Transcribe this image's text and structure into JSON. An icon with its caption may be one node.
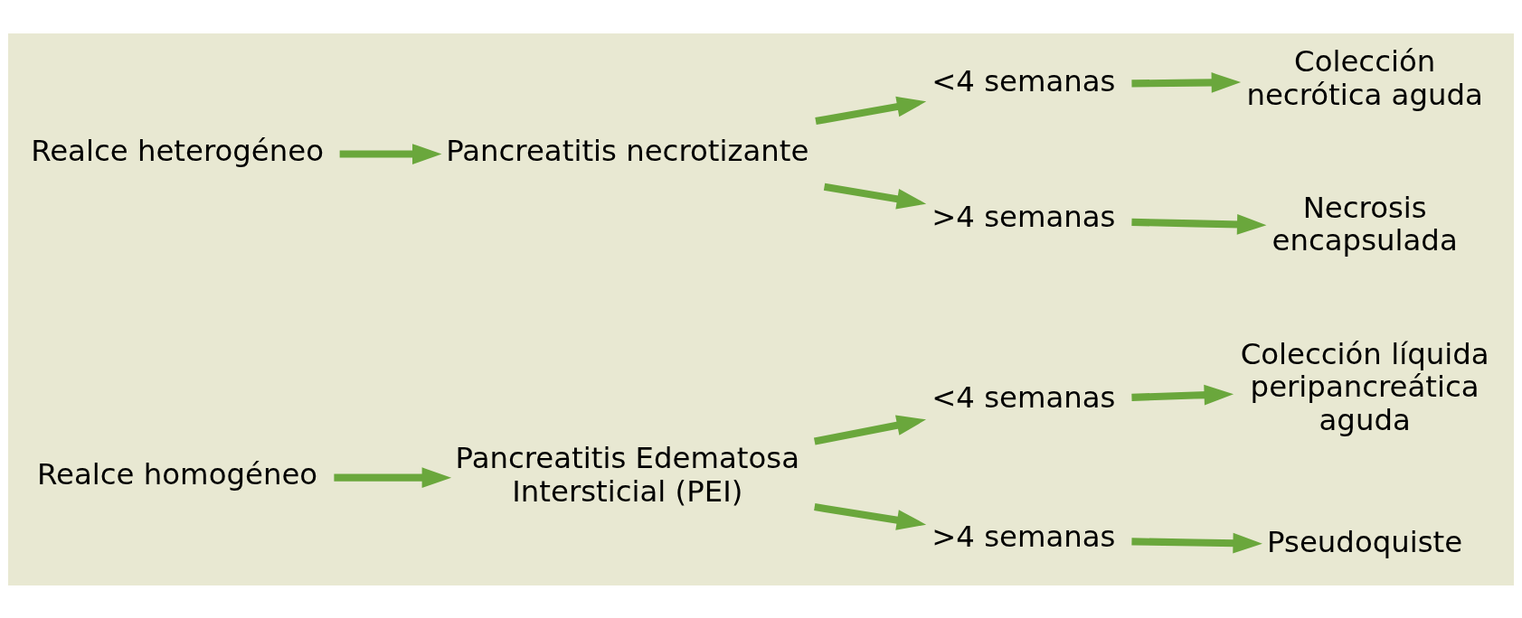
{
  "diagram": {
    "nodes": [
      {
        "text": [
          "Realce homogéneo"
        ]
      },
      {
        "text": [
          "Pancreatitis Edematosa Intersticial (PEI)"
        ]
      },
      {
        "text": [
          "<4 semanas"
        ]
      },
      {
        "text": [
          "Colección líquida peripancreática aguda"
        ]
      },
      {
        "text": [
          ">4 semanas"
        ]
      },
      {
        "text": [
          "Pseudoquiste"
        ]
      },
      {
        "text": [
          "Realce heterogéneo"
        ]
      },
      {
        "text": [
          "Pancreatitis necrotizante"
        ]
      },
      {
        "text": [
          "<4 semanas"
        ]
      },
      {
        "text": [
          "Colección necrótica aguda"
        ]
      },
      {
        "text": [
          ">4 semanas"
        ]
      },
      {
        "text": [
          "Necrosis encapsulada"
        ]
      }
    ],
    "edges": [
      {
        "from": 0,
        "to": 1,
        "arrow": "to"
      },
      {
        "from": 1,
        "to": 2,
        "arrow": "to"
      },
      {
        "from": 1,
        "to": 4,
        "arrow": "to"
      },
      {
        "from": 2,
        "to": 3,
        "arrow": "to"
      },
      {
        "from": 4,
        "to": 5,
        "arrow": "to"
      },
      {
        "from": 6,
        "to": 7,
        "arrow": "to"
      },
      {
        "from": 7,
        "to": 8,
        "arrow": "to"
      },
      {
        "from": 7,
        "to": 10,
        "arrow": "to"
      },
      {
        "from": 8,
        "to": 9,
        "arrow": "to"
      },
      {
        "from": 10,
        "to": 11,
        "arrow": "to"
      }
    ]
  }
}
